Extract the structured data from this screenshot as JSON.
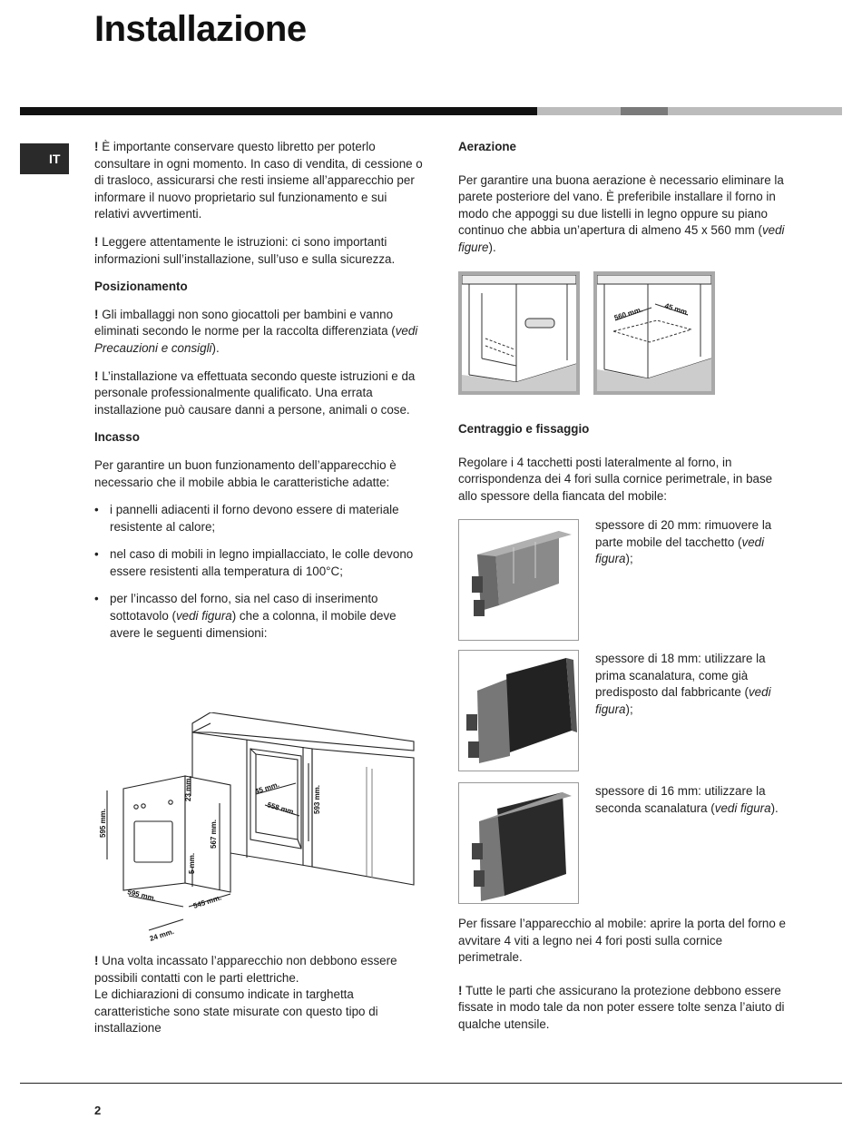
{
  "header": {
    "title": "Installazione",
    "lang": "IT"
  },
  "left": {
    "p1_bang": "!",
    "p1": "È importante conservare questo libretto per poterlo consultare in ogni momento. In caso di vendita, di cessione o di trasloco, assicurarsi che resti insieme all’apparecchio per informare il nuovo proprietario sul funzionamento e sui relativi avvertimenti.",
    "p2_bang": "!",
    "p2": "Leggere attentamente le istruzioni: ci sono importanti informazioni sull’installazione, sull’uso e sulla sicurezza.",
    "h_pos": "Posizionamento",
    "p3_bang": "!",
    "p3_a": "Gli imballaggi non sono giocattoli per bambini e vanno eliminati secondo le norme per la raccolta differenziata (",
    "p3_i": "vedi Precauzioni e consigli",
    "p3_b": ").",
    "p4_bang": "!",
    "p4": "L’installazione va effettuata secondo queste istruzioni e da personale professionalmente qualificato. Una errata installazione può causare danni a persone, animali o cose.",
    "h_incasso": "Incasso",
    "p5": "Per garantire un buon funzionamento dell’apparecchio è necessario che il mobile abbia le caratteristiche adatte:",
    "li1": "i pannelli adiacenti il forno devono essere di materiale resistente al calore;",
    "li2": "nel caso di mobili in legno impiallacciato, le colle devono essere resistenti alla temperatura di 100°C;",
    "li3_a": "per l’incasso del forno, sia nel caso di inserimento sottotavolo (",
    "li3_i": "vedi figura",
    "li3_b": ") che a colonna, il mobile deve avere le seguenti dimensioni:",
    "p6_bang": "!",
    "p6_a": "Una volta incassato l’apparecchio non debbono essere possibili contatti con le parti elettriche.",
    "p6_b": "Le dichiarazioni di consumo indicate in targhetta caratteristiche sono state misurate con questo tipo di installazione"
  },
  "diagram": {
    "d595v": "595 mm.",
    "d23": "23 mm.",
    "d567": "567 mm.",
    "d5": "5 mm.",
    "d595h": "595 mm.",
    "d545": "545 mm.",
    "d24": "24 mm.",
    "d45": "45 mm.",
    "d558": "558 mm.",
    "d593": "593 mm."
  },
  "right": {
    "h_aer": "Aerazione",
    "p1_a": "Per garantire una buona aerazione è necessario eliminare la parete posteriore del vano. È preferibile installare il forno in modo che appoggi su due listelli in legno oppure su piano continuo che abbia un’apertura di almeno 45 x 560 mm (",
    "p1_i": "vedi figure",
    "p1_b": ").",
    "vent_560": "560 mm.",
    "vent_45": "45 mm.",
    "h_cen": "Centraggio e fissaggio",
    "p2": "Regolare i 4 tacchetti posti lateralmente al forno, in corrispondenza dei 4 fori sulla cornice perimetrale, in base allo spessore della fiancata del mobile:",
    "c1_a": "spessore di 20 mm: rimuovere la parte mobile del tacchetto (",
    "c1_i": "vedi figura",
    "c1_b": ");",
    "c2_a": "spessore di 18 mm: utilizzare la prima scanalatura, come già predisposto dal fabbricante (",
    "c2_i": "vedi figura",
    "c2_b": ");",
    "c3_a": "spessore di 16 mm: utilizzare la seconda scanalatura (",
    "c3_i": "vedi figura",
    "c3_b": ").",
    "p3": "Per fissare l’apparecchio al mobile: aprire la porta del forno e avvitare 4 viti a legno nei 4 fori posti sulla cornice perimetrale.",
    "p4_bang": "!",
    "p4": "Tutte le parti che assicurano la protezione debbono essere fissate in modo tale da non poter essere tolte senza l’aiuto di qualche utensile."
  },
  "footer": {
    "page": "2"
  }
}
